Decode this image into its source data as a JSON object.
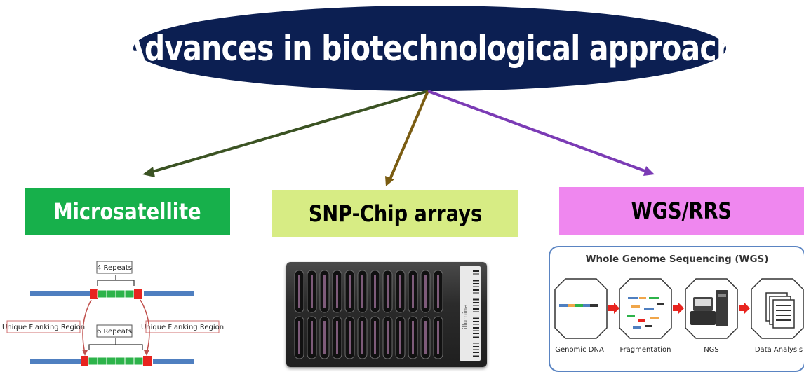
{
  "title": "Advances in biotechnological approach",
  "categories": {
    "microsatellite": "Microsatellite",
    "snp": "SNP-Chip arrays",
    "wgs": "WGS/RRS"
  },
  "microsatellite_diagram": {
    "repeats_top": "4 Repeats",
    "repeats_bottom": "6 Repeats",
    "flank_left": "Unique Flanking Region",
    "flank_right": "Unique Flanking Region"
  },
  "chip": {
    "brand": "illumina"
  },
  "wgs_diagram": {
    "title": "Whole Genome Sequencing (WGS)",
    "steps": [
      "Genomic DNA",
      "Fragmentation",
      "NGS",
      "Data Analysis"
    ]
  },
  "colors": {
    "title_bg": "#0c1f52",
    "microsatellite": "#17b04b",
    "snp": "#d7ec84",
    "wgs": "#ef87ef",
    "arrow_left": "#3b5323",
    "arrow_mid": "#7a5c12",
    "arrow_right": "#7b3bb5"
  }
}
